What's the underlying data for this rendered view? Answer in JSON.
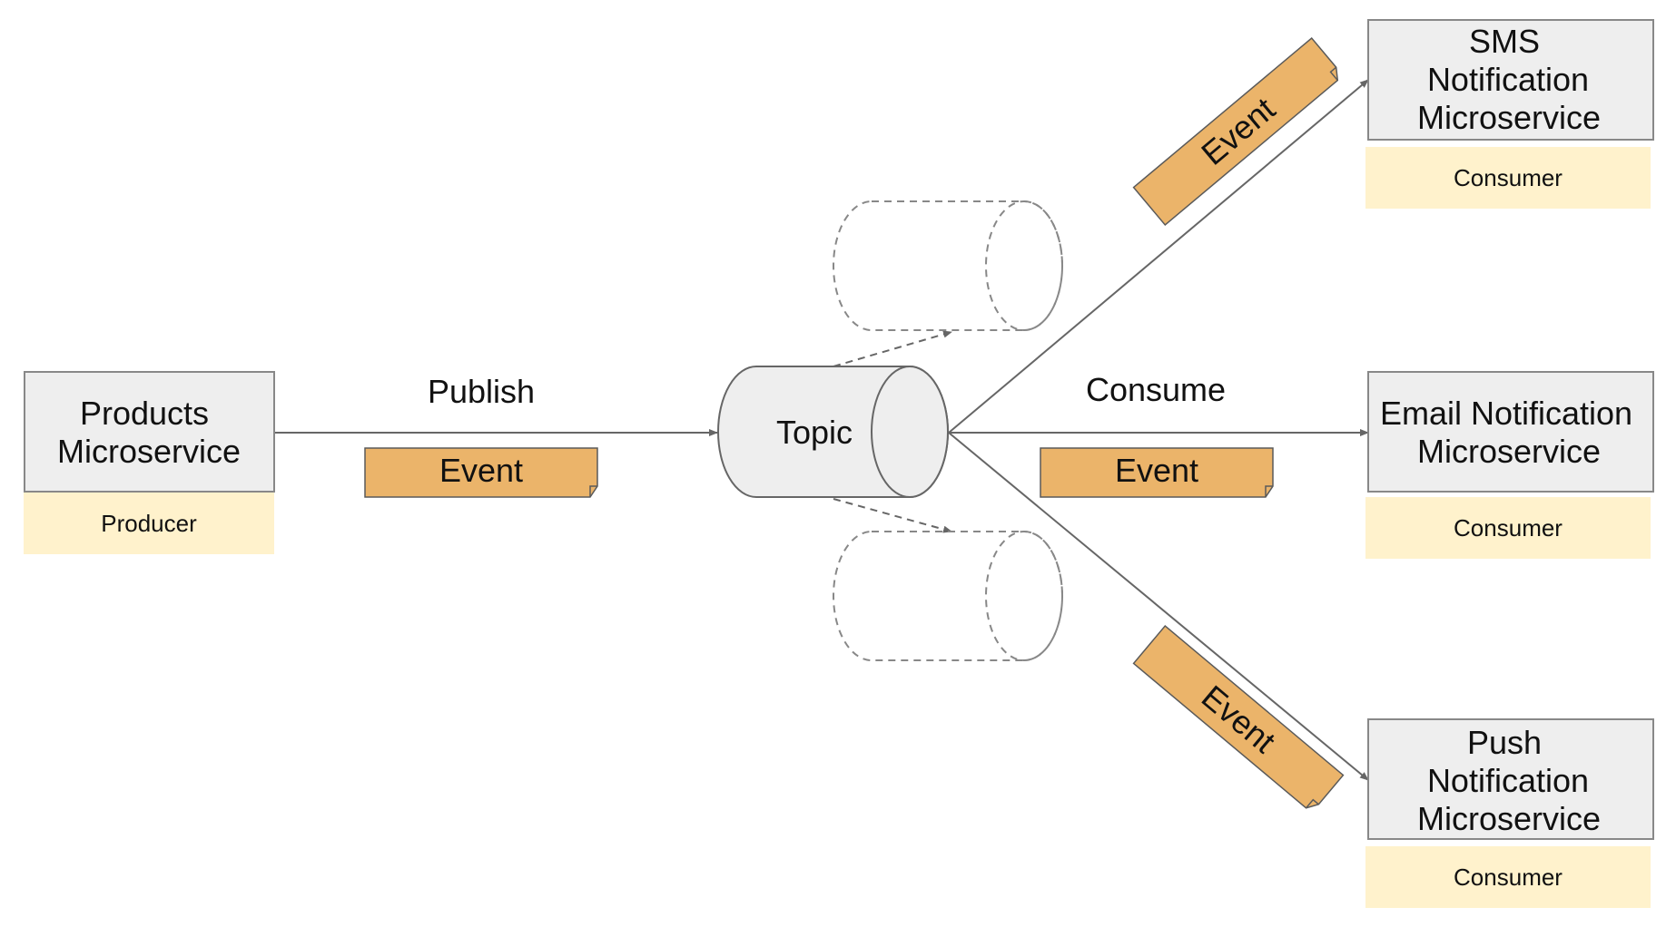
{
  "producer": {
    "title_line1": "Products",
    "title_line2": "Microservice",
    "role": "Producer"
  },
  "topic": {
    "label": "Topic"
  },
  "edges": {
    "publish_label": "Publish",
    "consume_label": "Consume"
  },
  "event_label": "Event",
  "consumers": {
    "sms": {
      "line1": "SMS",
      "line2": "Notification",
      "line3": "Microservice",
      "role": "Consumer"
    },
    "email": {
      "line1": "Email Notification",
      "line2": "Microservice",
      "role": "Consumer"
    },
    "push": {
      "line1": "Push",
      "line2": "Notification",
      "line3": "Microservice",
      "role": "Consumer"
    }
  },
  "colors": {
    "service_fill": "#eeeeee",
    "service_stroke": "#888888",
    "role_fill": "#fff2cc",
    "event_fill": "#ebb46a",
    "event_stroke": "#5a5a5a",
    "line": "#666666"
  }
}
